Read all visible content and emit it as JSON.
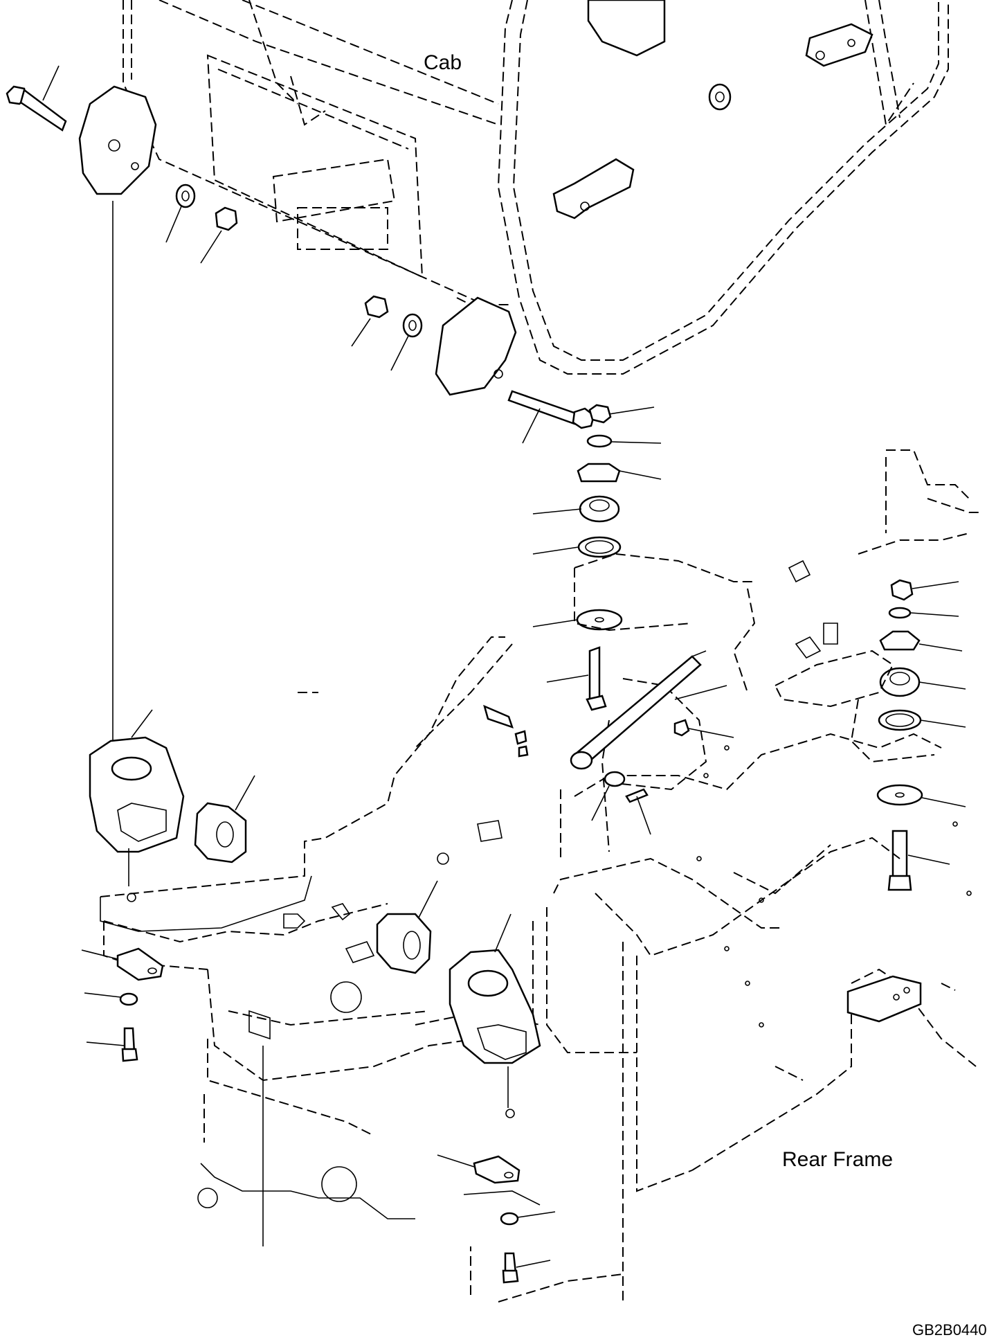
{
  "labels": {
    "cab": "Cab",
    "rear_frame": "Rear Frame",
    "figure_id": "GB2B0440"
  },
  "colors": {
    "line": "#000000",
    "background": "#ffffff"
  }
}
